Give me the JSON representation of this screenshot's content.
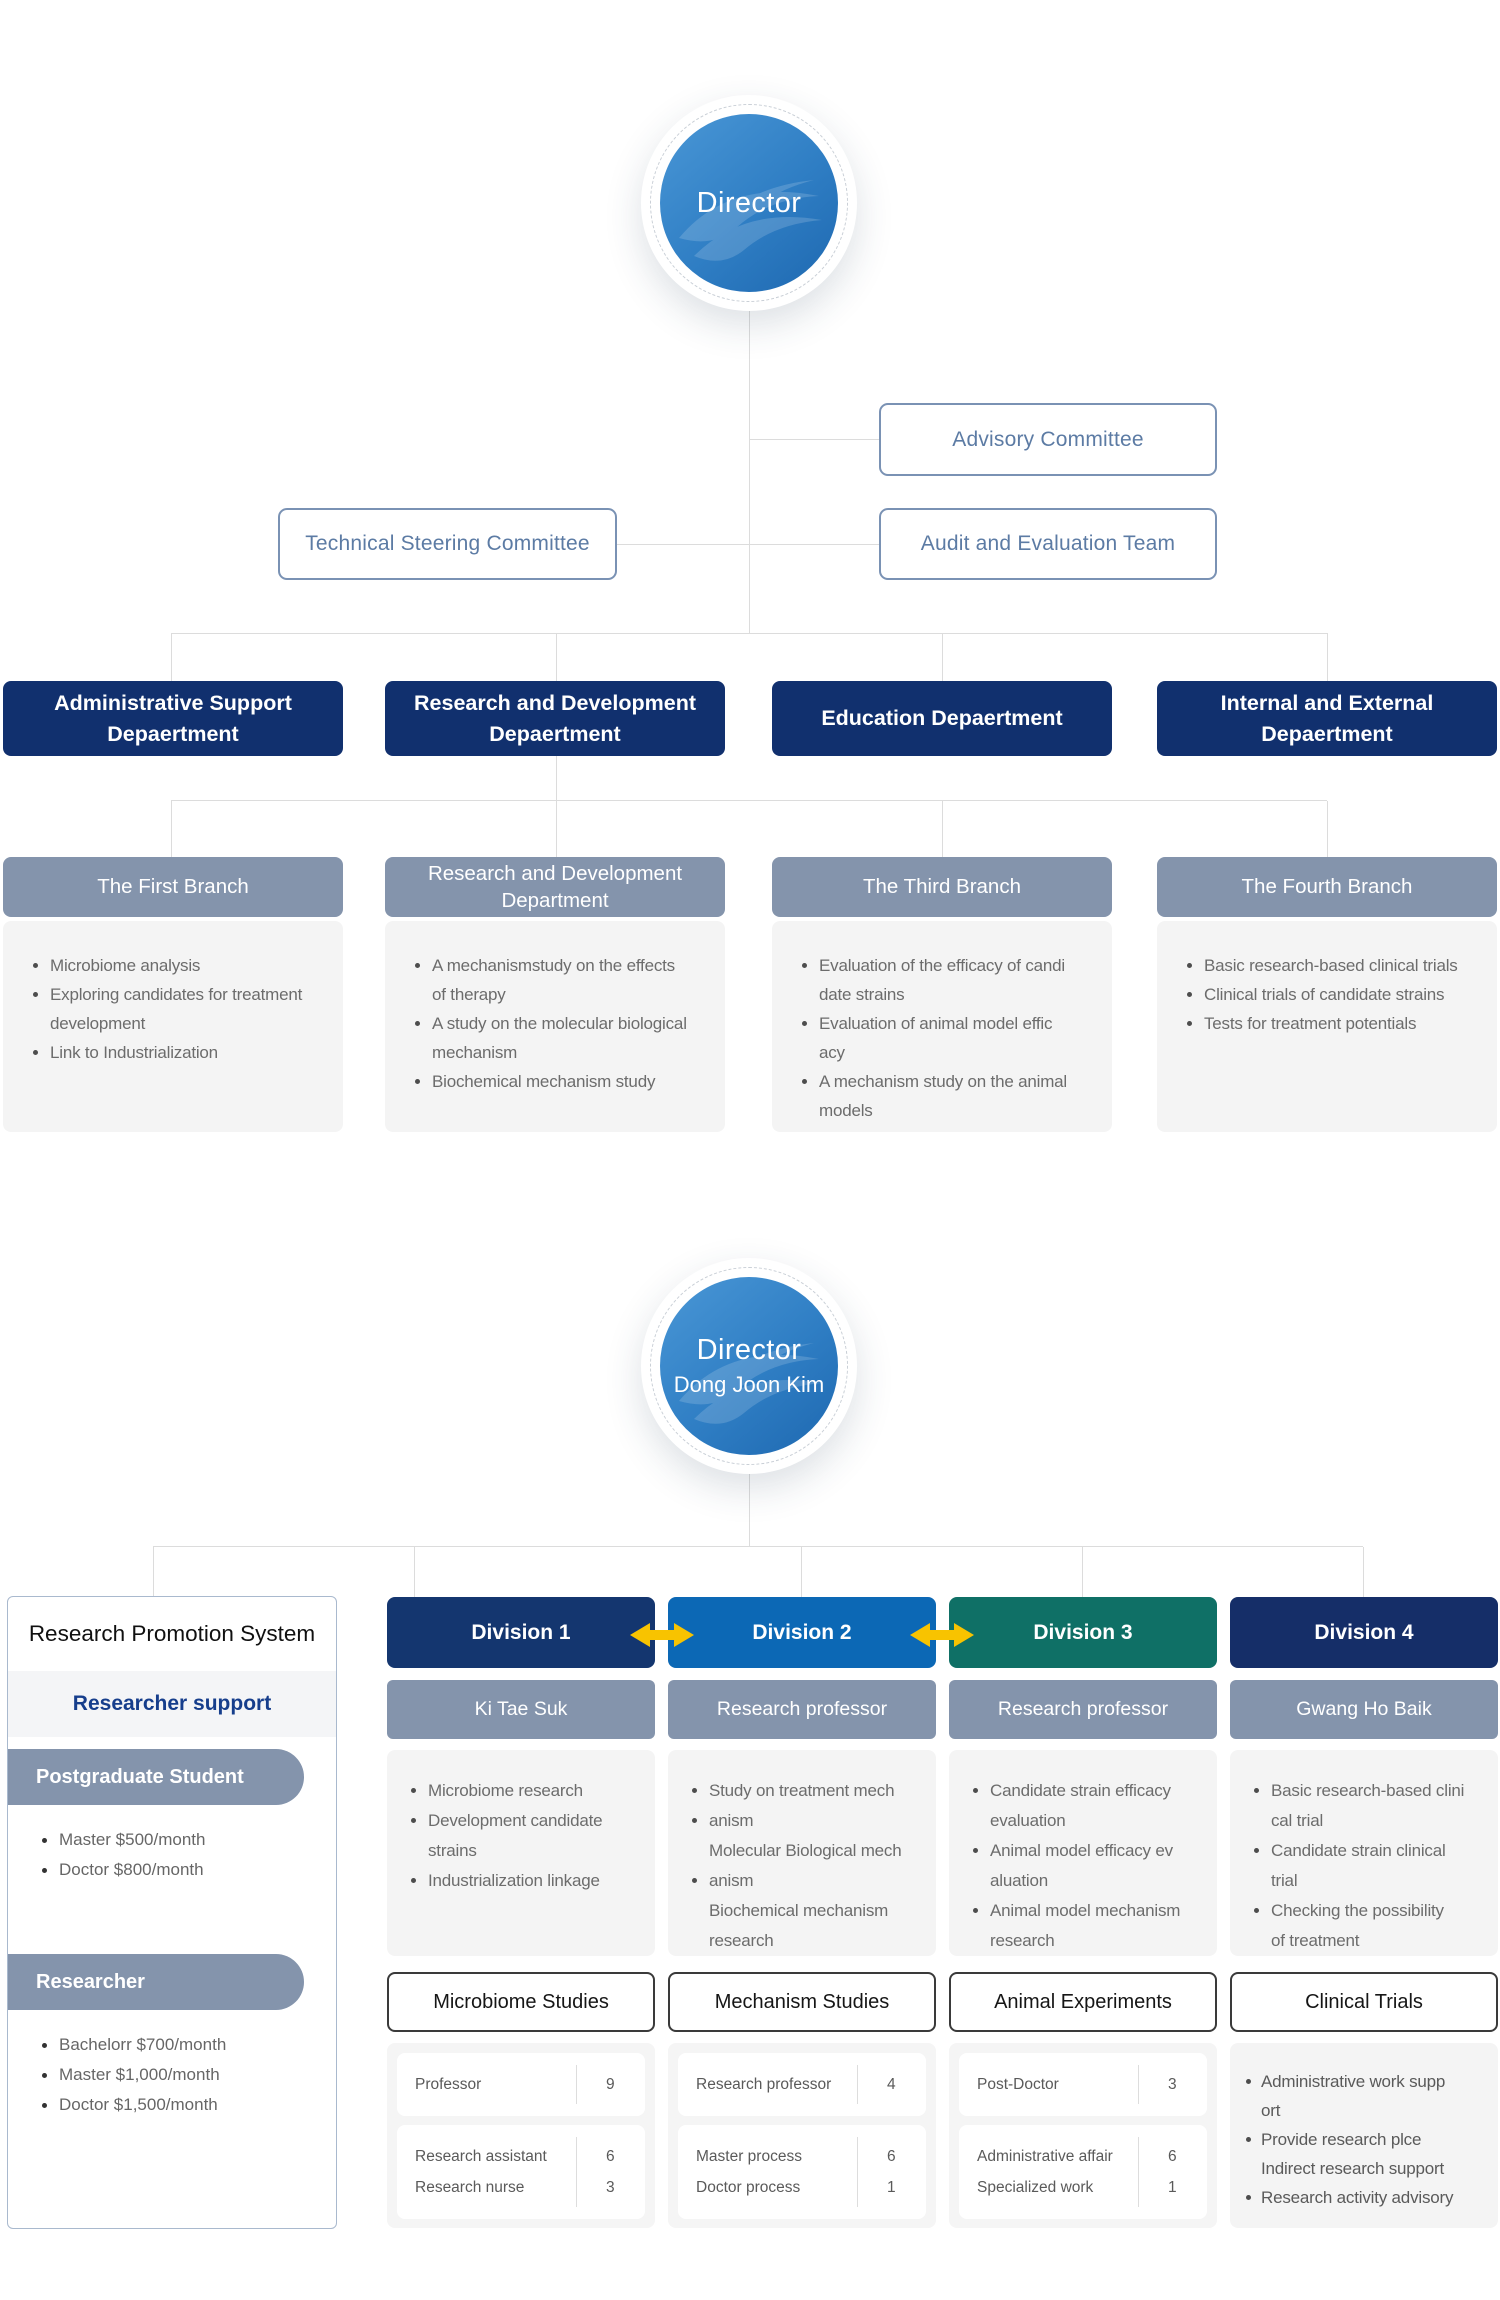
{
  "org1": {
    "director": {
      "title": "Director"
    },
    "committees": {
      "advisory": "Advisory Committee",
      "technical": "Technical Steering Committee",
      "audit": "Audit and Evaluation Team"
    },
    "departments": [
      {
        "title": "Administrative Support Depaertment"
      },
      {
        "title": "Research and Development Depaertment"
      },
      {
        "title": "Education Depaertment"
      },
      {
        "title": "Internal and External Depaertment"
      }
    ],
    "branches": [
      {
        "header": "The First Branch",
        "items": [
          "Microbiome analysis",
          "Exploring candidates for treatment\ndevelopment",
          "Link to Industrialization"
        ]
      },
      {
        "header": "Research and Development\nDepartment",
        "items": [
          "A mechanismstudy on the effects\nof therapy",
          "A study on the molecular biological\nmechanism",
          "Biochemical mechanism study"
        ]
      },
      {
        "header": "The Third Branch",
        "items": [
          "Evaluation of the efficacy of candi\ndate strains",
          "Evaluation of animal model effic\nacy",
          "A mechanism study on the animal\nmodels"
        ]
      },
      {
        "header": "The Fourth Branch",
        "items": [
          "Basic research-based clinical trials",
          "Clinical trials of candidate strains",
          "Tests for treatment potentials"
        ]
      }
    ]
  },
  "org2": {
    "director": {
      "title": "Director",
      "name": "Dong Joon Kim"
    },
    "promotion": {
      "title": "Research Promotion System",
      "subtitle": "Researcher support",
      "groups": [
        {
          "pill": "Postgraduate Student",
          "items": [
            "Master $500/month",
            "Doctor $800/month"
          ]
        },
        {
          "pill": "Researcher",
          "items": [
            "Bachelorr $700/month",
            "Master $1,000/month",
            "Doctor $1,500/month"
          ]
        }
      ]
    },
    "arrow_color": "#F8C300",
    "divisions": [
      {
        "label": "Division 1",
        "color": "#14366F",
        "head": "Ki Tae Suk",
        "items": [
          "Microbiome research",
          "Development candidate\nstrains",
          "Industrialization linkage"
        ],
        "study": "Microbiome Studies",
        "staff_cards": [
          [
            {
              "label": "Professor",
              "value": "9"
            }
          ],
          [
            {
              "label": "Research assistant",
              "value": "6"
            },
            {
              "label": "Research nurse",
              "value": "3"
            }
          ]
        ]
      },
      {
        "label": "Division 2",
        "color": "#0C68B5",
        "head": "Research professor",
        "items": [
          {
            "bullet": true,
            "text": "Study on treatment mech"
          },
          {
            "bullet": true,
            "text": "anism"
          },
          {
            "bullet": false,
            "text": "Molecular Biological mech"
          },
          {
            "bullet": true,
            "text": "anism"
          },
          {
            "bullet": false,
            "text": "Biochemical mechanism\nresearch"
          }
        ],
        "study": "Mechanism Studies",
        "staff_cards": [
          [
            {
              "label": "Research professor",
              "value": "4"
            }
          ],
          [
            {
              "label": "Master process",
              "value": "6"
            },
            {
              "label": "Doctor process",
              "value": "1"
            }
          ]
        ]
      },
      {
        "label": "Division 3",
        "color": "#0F7066",
        "head": "Research professor",
        "items": [
          "Candidate strain efficacy\nevaluation",
          "Animal model efficacy ev\naluation",
          "Animal model mechanism\nresearch"
        ],
        "study": "Animal Experiments",
        "staff_cards": [
          [
            {
              "label": "Post-Doctor",
              "value": "3"
            }
          ],
          [
            {
              "label": "Administrative affair",
              "value": "6"
            },
            {
              "label": "Specialized work",
              "value": "1"
            }
          ]
        ]
      },
      {
        "label": "Division 4",
        "color": "#152E68",
        "head": "Gwang Ho Baik",
        "items": [
          "Basic research-based clini\ncal trial",
          "Candidate strain clinical\ntrial",
          "Checking the possibility\nof treatment"
        ],
        "study": "Clinical Trials",
        "tasks": [
          "Administrative work supp\nort",
          "Provide research plce\nIndirect research support",
          "Research activity advisory"
        ]
      }
    ]
  }
}
